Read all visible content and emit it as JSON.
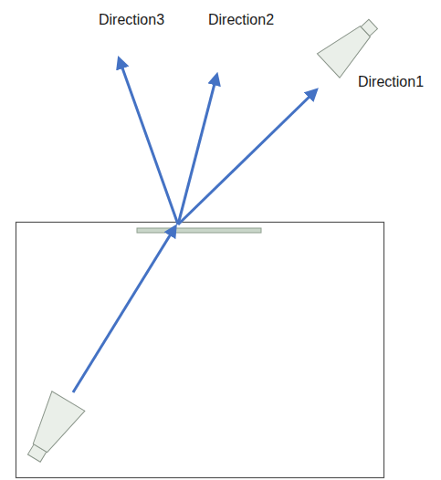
{
  "diagram": {
    "labels": [
      "Direction3",
      "Direction2",
      "Direction1"
    ]
  }
}
